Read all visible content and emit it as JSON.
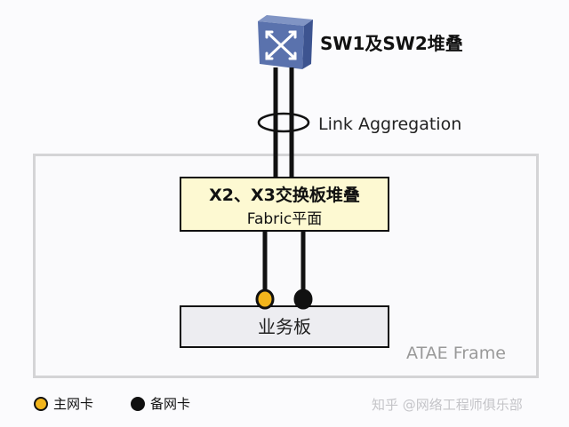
{
  "switch": {
    "label": "SW1及SW2堆叠"
  },
  "link": {
    "label": "Link Aggregation"
  },
  "fabric": {
    "title": "X2、X3交换板堆叠",
    "subtitle": "Fabric平面"
  },
  "board": {
    "label": "业务板"
  },
  "frame": {
    "label": "ATAE Frame"
  },
  "legend": [
    {
      "label": "主网卡",
      "color": "#f2b51c"
    },
    {
      "label": "备网卡",
      "color": "#111111"
    }
  ],
  "watermark": "知乎 @网络工程师俱乐部"
}
